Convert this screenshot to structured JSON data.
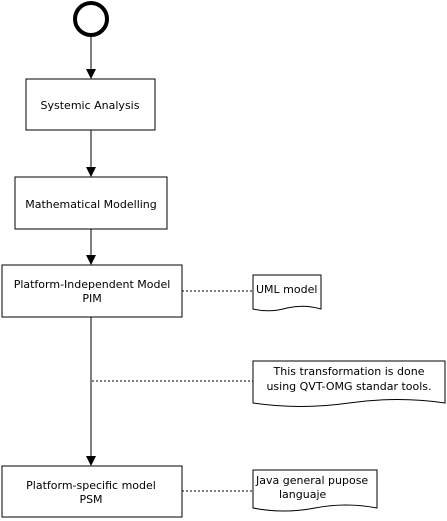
{
  "diagram": {
    "nodes": {
      "systemic_analysis": {
        "label": "Systemic Analysis"
      },
      "mathematical_modelling": {
        "label": "Mathematical Modelling"
      },
      "pim": {
        "line1": "Platform-Independent Model",
        "line2": "PIM"
      },
      "psm": {
        "line1": "Platform-specific model",
        "line2": "PSM"
      }
    },
    "notes": {
      "uml": {
        "label": "UML  model"
      },
      "transformation": {
        "line1": "This transformation is done",
        "line2": "using QVT-OMG standar tools."
      },
      "java": {
        "line1": "Java general pupose",
        "line2": "languaje"
      }
    }
  }
}
